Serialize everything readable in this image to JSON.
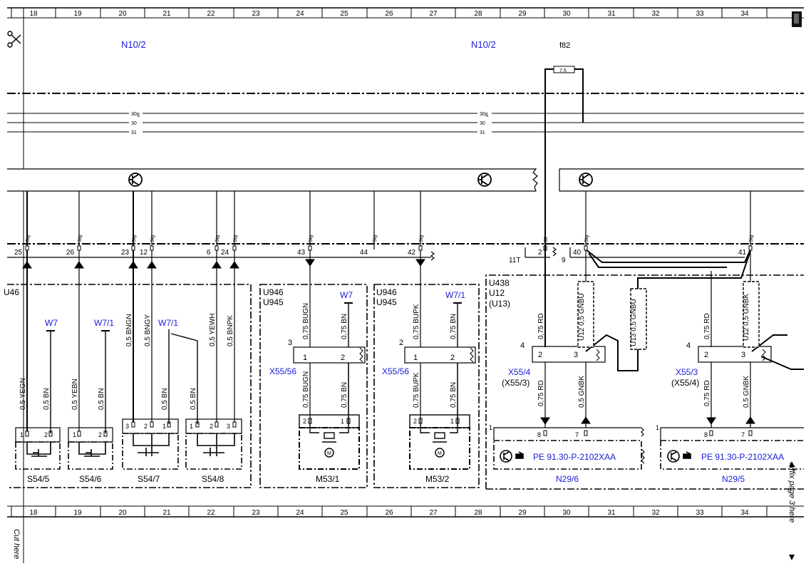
{
  "ruler": {
    "columns": [
      "18",
      "19",
      "20",
      "21",
      "22",
      "23",
      "24",
      "25",
      "26",
      "27",
      "28",
      "29",
      "30",
      "31",
      "32",
      "33",
      "34"
    ]
  },
  "side_text": {
    "cut_here": "Cut here",
    "affix": "Affix page 3 here"
  },
  "labels": {
    "n10_2_left": "N10/2",
    "n10_2_right": "N10/2",
    "fuse_name": "f82",
    "fuse_value": "7,5"
  },
  "supply_lines": [
    {
      "name": "30g",
      "label": "30g"
    },
    {
      "name": "30",
      "label": "30"
    },
    {
      "name": "31",
      "label": "31"
    }
  ],
  "sig_label": "Sig",
  "pins": {
    "p25": "25",
    "p26": "26",
    "p23": "23",
    "p12": "12",
    "p6": "6",
    "p24": "24",
    "p43": "43",
    "p44": "44",
    "p42": "42",
    "p11t": "11T",
    "p2": "2",
    "p9": "9",
    "p40": "40",
    "p41": "41"
  },
  "wires": {
    "w_0_5_yegn": "0,5 YEGN",
    "w_0_5_bn_a": "0,5 BN",
    "w_0_5_yebn": "0,5 YEBN",
    "w_0_5_bn_b": "0,5 BN",
    "w_0_5_bngn": "0,5 BNGN",
    "w_0_5_bngy": "0,5 BNGY",
    "w_0_5_bn_c": "0,5 BN",
    "w_0_5_yewh": "0,5 YEWH",
    "w_0_5_bnpk": "0,5 BNPK",
    "w_0_5_bn_d": "0,5 BN",
    "w_075_bugn_a": "0,75 BUGN",
    "w_075_bn_a": "0,75 BN",
    "w_075_bugn_b": "0,75 BUGN",
    "w_075_bn_b": "0,75 BN",
    "w_075_bupk_a": "0,75 BUPK",
    "w_075_bn_c": "0,75 BN",
    "w_075_bupk_b": "0,75 BUPK",
    "w_075_bn_d": "0,75 BN",
    "w_075_rd_a": "0,75 RD",
    "w_u12_gnbu": "U12 0,5 GNBU",
    "w_u13_gnbu": "U13 0,5 GNBU",
    "w_075_rd_b": "0,75 RD",
    "w_05_gnbk_a": "0,5 GNBK",
    "w_075_rd_c": "0,75 RD",
    "w_u12_gnbk": "U12 0,5 GNBK",
    "w_075_rd_d": "0,75 RD",
    "w_05_gnbk_b": "0,5 GNBK"
  },
  "grounds": {
    "w7_a": "W7",
    "w7_1_a": "W7/1",
    "w7_1_b": "W7/1",
    "w7_b": "W7",
    "w7_1_c": "W7/1"
  },
  "components": {
    "s54_5": "S54/5",
    "s54_6": "S54/6",
    "s54_7": "S54/7",
    "s54_8": "S54/8",
    "m53_1": "M53/1",
    "m53_2": "M53/2",
    "n29_6": "N29/6",
    "n29_5": "N29/5"
  },
  "variants": {
    "u46": "U46",
    "u946_a": "U946",
    "u945_a": "U945",
    "u946_b": "U946",
    "u945_b": "U945",
    "u438": "U438",
    "u12": "U12",
    "u13": "(U13)"
  },
  "connectors": {
    "x55_56_a": "X55/56",
    "x55_56_b": "X55/56",
    "x55_4": "X55/4",
    "x55_3_alt": "(X55/3)",
    "x55_3": "X55/3",
    "x55_4_alt": "(X55/4)",
    "pin1": "1",
    "pin2": "2",
    "pin3": "3",
    "pin4": "4",
    "pin7": "7",
    "pin8": "8"
  },
  "references": {
    "pe_a": "PE 91.30-P-2102XAA",
    "pe_b": "PE 91.30-P-2102XAA"
  }
}
